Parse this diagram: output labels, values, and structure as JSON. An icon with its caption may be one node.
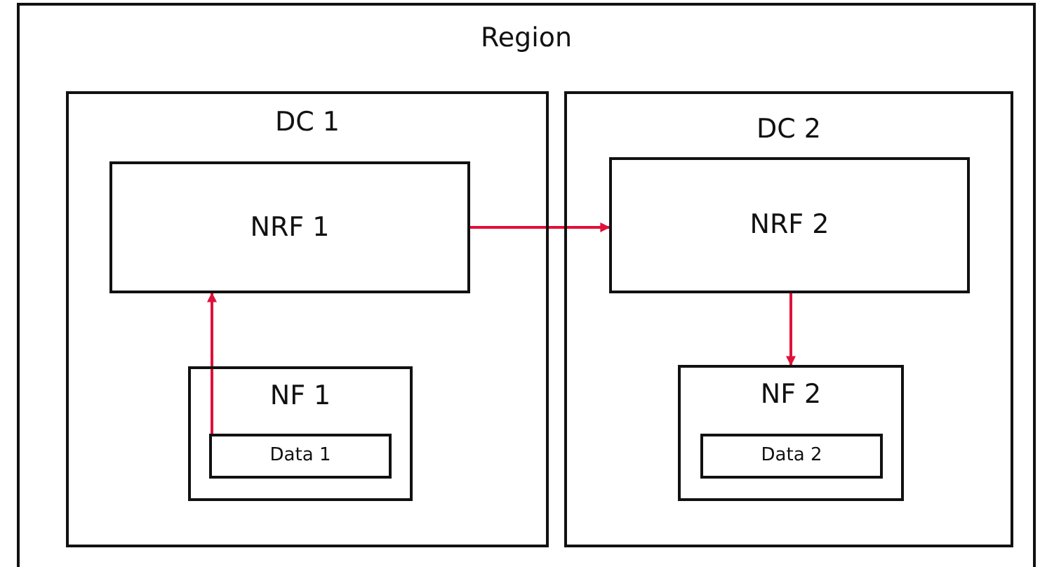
{
  "diagram": {
    "nodes": [
      {
        "text": [
          "Region"
        ]
      },
      {
        "text": [
          "DC 1"
        ],
        "in": 0
      },
      {
        "text": [
          "NRF 1"
        ],
        "in": 1
      },
      {
        "text": [
          "NF 1"
        ],
        "in": 1
      },
      {
        "text": [
          "Data 1"
        ],
        "in": 3
      },
      {
        "text": [
          "DC 2"
        ],
        "in": 0
      },
      {
        "text": [
          "NRF 2"
        ],
        "in": 5
      },
      {
        "text": [
          "NF 2"
        ],
        "in": 5
      },
      {
        "text": [
          "Data 2"
        ],
        "in": 7
      }
    ],
    "edges": [
      {
        "from": 2,
        "to": 6,
        "arrow": "to"
      },
      {
        "from": 4,
        "to": 2,
        "arrow": "to"
      },
      {
        "from": 6,
        "to": 7,
        "arrow": "to"
      }
    ]
  }
}
